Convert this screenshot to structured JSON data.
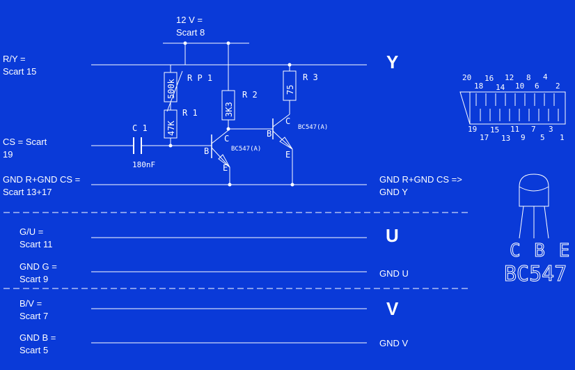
{
  "signals": {
    "supply": [
      "12 V =",
      "Scart 8"
    ],
    "ry": [
      "R/Y =",
      "Scart 15"
    ],
    "cs": [
      "CS = Scart",
      "19"
    ],
    "gnd_in": [
      "GND R+GND CS =",
      "Scart 13+17"
    ],
    "gnd_out": [
      "GND R+GND CS =>",
      "GND Y"
    ],
    "gu": [
      "G/U =",
      "Scart 11"
    ],
    "gnd_g": [
      "GND G =",
      "Scart 9"
    ],
    "gnd_u": "GND U",
    "bv": [
      "B/V =",
      "Scart 7"
    ],
    "gnd_b": [
      "GND B =",
      "Scart 5"
    ],
    "gnd_v": "GND V"
  },
  "outputs": {
    "y": "Y",
    "u": "U",
    "v": "V"
  },
  "components": {
    "rp1": {
      "name": "R P 1",
      "value": "500k"
    },
    "r1": {
      "name": "R 1",
      "value": "47K"
    },
    "r2": {
      "name": "R 2",
      "value": "3K3"
    },
    "r3": {
      "name": "R 3",
      "value": "75"
    },
    "c1": {
      "name": "C 1",
      "value": "180nF"
    },
    "t1": {
      "type": "BC547(A)",
      "b": "B",
      "c": "C",
      "e": "E"
    },
    "t2": {
      "type": "BC547(A)",
      "b": "B",
      "c": "C",
      "e": "E"
    }
  },
  "scart": {
    "top_pins": [
      "20",
      "18",
      "16",
      "14",
      "12",
      "10",
      "8",
      "6",
      "4",
      "2"
    ],
    "bottom_pins": [
      "19",
      "17",
      "15",
      "13",
      "11",
      "9",
      "7",
      "5",
      "3",
      "1"
    ]
  },
  "transistor_pinout": {
    "pins": "C B E",
    "name": "BC547"
  }
}
